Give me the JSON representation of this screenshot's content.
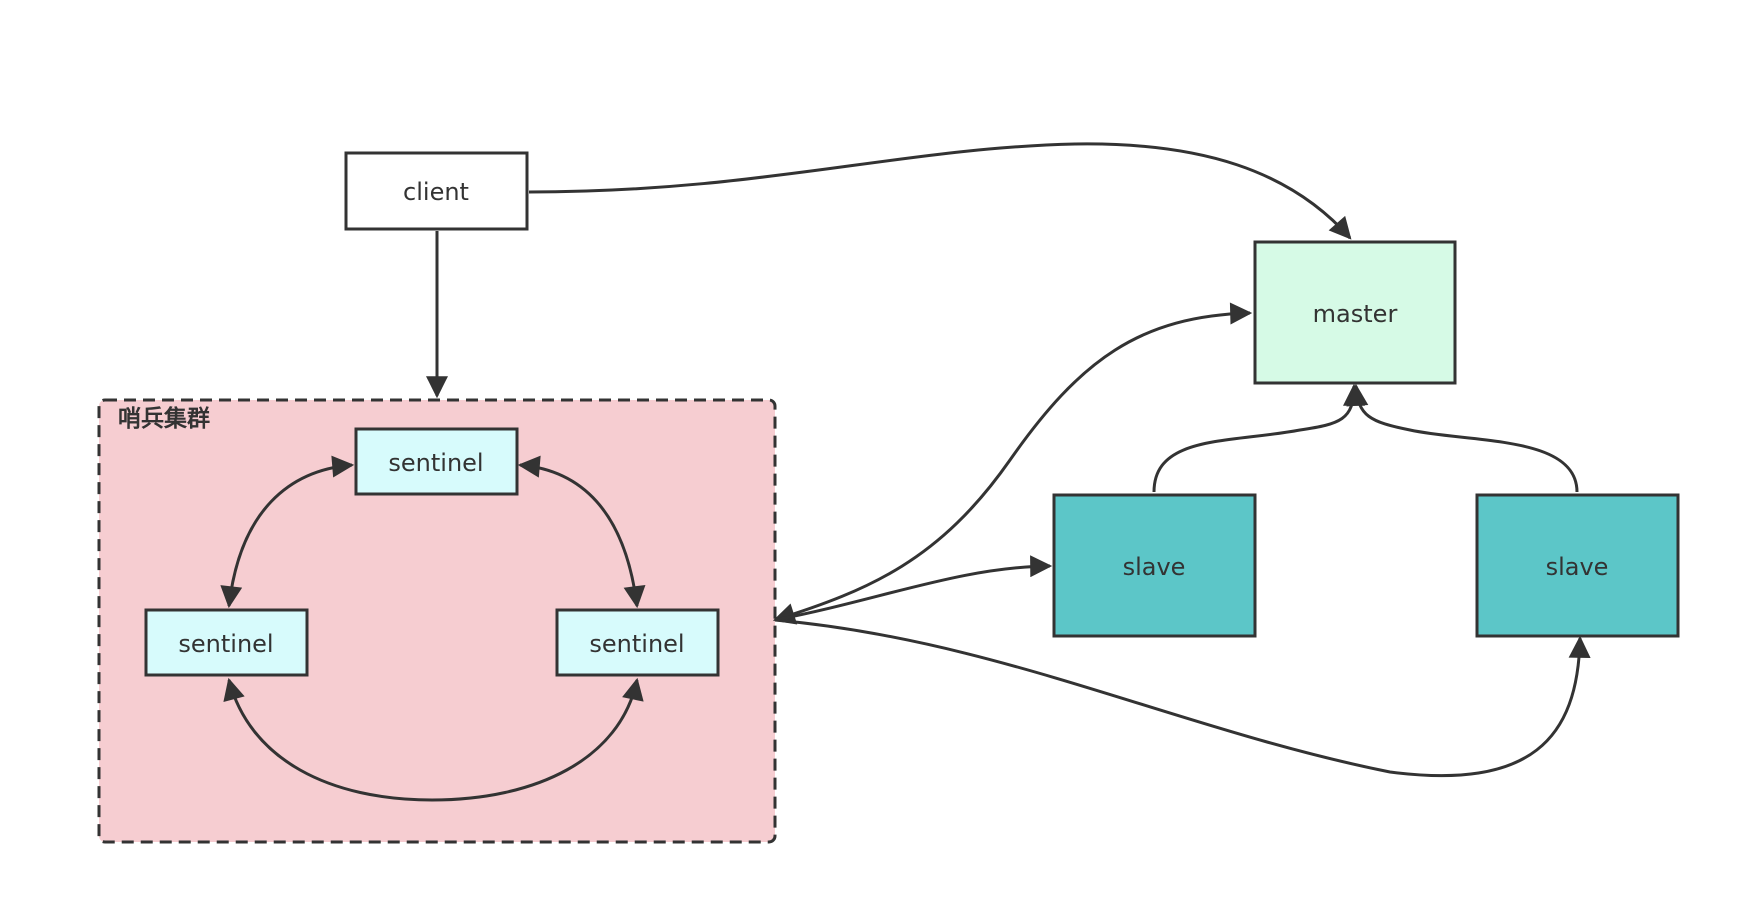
{
  "colors": {
    "background": "#ffffff",
    "stroke": "#333333",
    "client_fill": "#ffffff",
    "sentinel_fill": "#d7fbfc",
    "master_fill": "#d6fae6",
    "slave_fill": "#5cc6c8",
    "group_fill": "#f6cdd1"
  },
  "group": {
    "label": "哨兵集群"
  },
  "nodes": {
    "client": "client",
    "sentinel_top": "sentinel",
    "sentinel_left": "sentinel",
    "sentinel_right": "sentinel",
    "master": "master",
    "slave_left": "slave",
    "slave_right": "slave"
  }
}
